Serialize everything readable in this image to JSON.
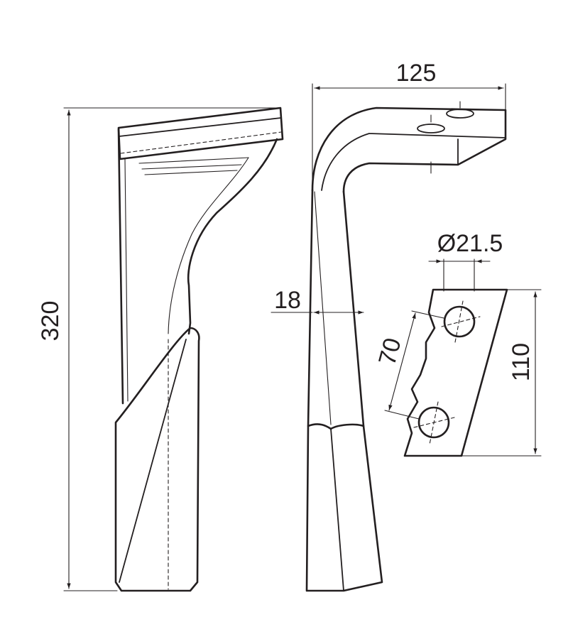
{
  "dimensions": {
    "overall_height": "320",
    "top_width": "125",
    "thickness": "18",
    "hole_diameter": "Ø21.5",
    "hole_spacing": "70",
    "plate_height": "110"
  },
  "colors": {
    "line": "#231f20",
    "background": "#ffffff"
  }
}
